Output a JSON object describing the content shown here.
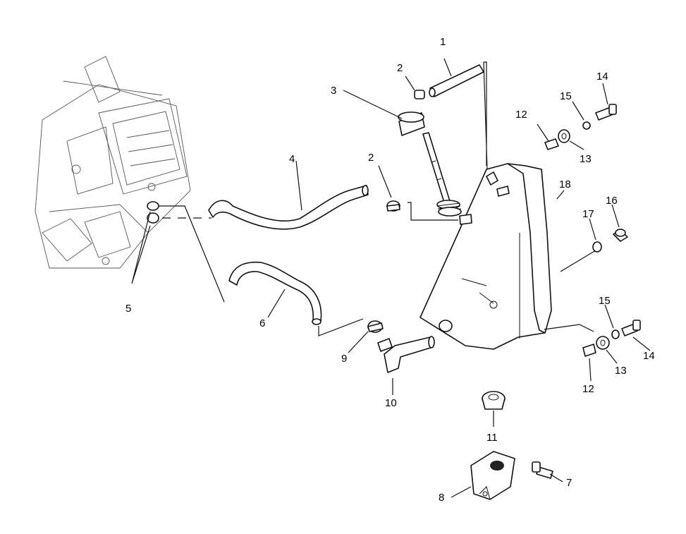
{
  "callouts": {
    "c1": "1",
    "c2a": "2",
    "c2b": "2",
    "c3": "3",
    "c4": "4",
    "c5": "5",
    "c6": "6",
    "c7": "7",
    "c8": "8",
    "c9": "9",
    "c10": "10",
    "c11": "11",
    "c12a": "12",
    "c12b": "12",
    "c13a": "13",
    "c13b": "13",
    "c14a": "14",
    "c14b": "14",
    "c15a": "15",
    "c15b": "15",
    "c16": "16",
    "c17": "17",
    "c18": "18"
  }
}
